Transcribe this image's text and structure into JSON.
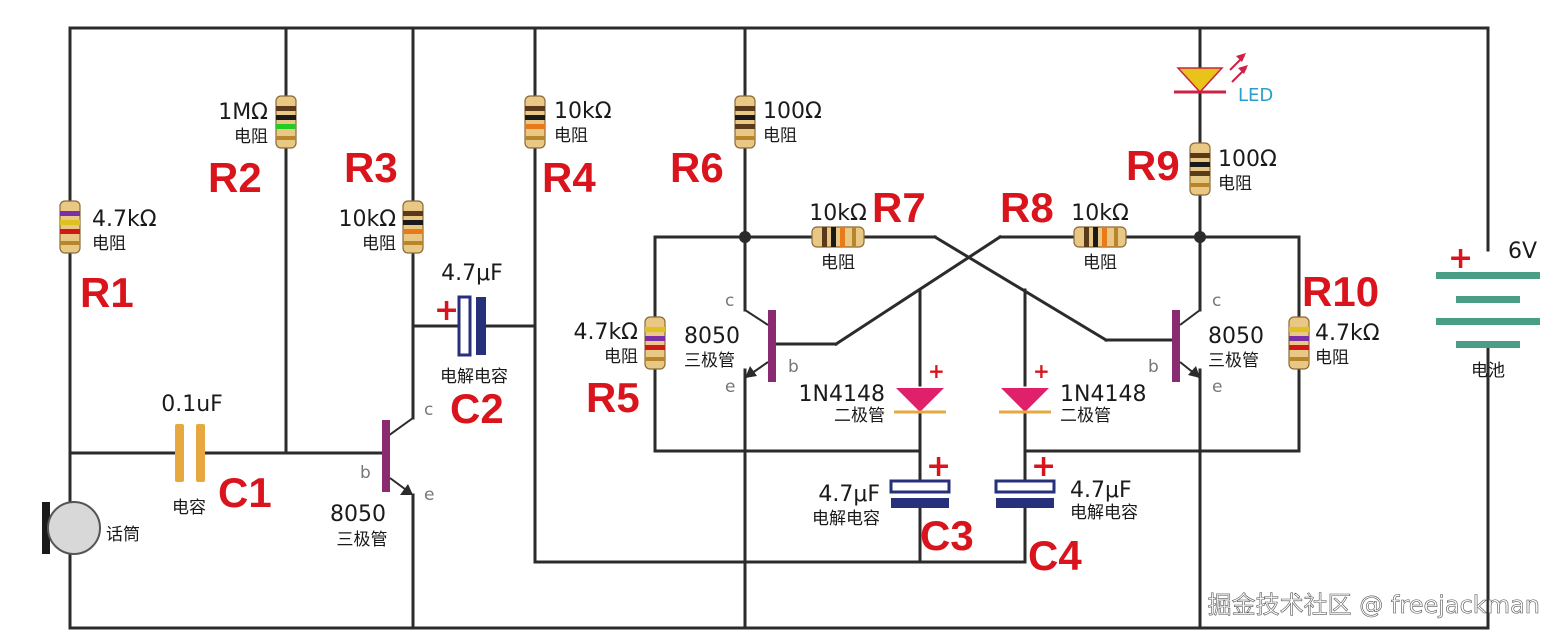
{
  "colors": {
    "wire": "#2b2b2b",
    "label_red": "#d9141c",
    "battery_plate": "#4a9e86",
    "cap_ceramic": "#e8a840",
    "cap_electrolytic": "#27307a",
    "transistor_base": "#8a2a70",
    "diode": "#e0206b",
    "led": "#e8c41a",
    "led_arrow": "#cc2244",
    "led_text": "#2a9fcf"
  },
  "resistors": [
    {
      "id": "R1",
      "value": "4.7kΩ",
      "type": "电阻"
    },
    {
      "id": "R2",
      "value": "1MΩ",
      "type": "电阻"
    },
    {
      "id": "R3",
      "value": "10kΩ",
      "type": "电阻"
    },
    {
      "id": "R4",
      "value": "10kΩ",
      "type": "电阻"
    },
    {
      "id": "R5",
      "value": "4.7kΩ",
      "type": "电阻"
    },
    {
      "id": "R6",
      "value": "100Ω",
      "type": "电阻"
    },
    {
      "id": "R7",
      "value": "10kΩ",
      "type": "电阻"
    },
    {
      "id": "R8",
      "value": "10kΩ",
      "type": "电阻"
    },
    {
      "id": "R9",
      "value": "100Ω",
      "type": "电阻"
    },
    {
      "id": "R10",
      "value": "4.7kΩ",
      "type": "电阻"
    }
  ],
  "capacitors": [
    {
      "id": "C1",
      "value": "0.1uF",
      "type": "电容"
    },
    {
      "id": "C2",
      "value": "4.7μF",
      "type": "电解电容"
    },
    {
      "id": "C3",
      "value": "4.7μF",
      "type": "电解电容"
    },
    {
      "id": "C4",
      "value": "4.7μF",
      "type": "电解电容"
    }
  ],
  "transistors": [
    {
      "model": "8050",
      "type": "三极管"
    },
    {
      "model": "8050",
      "type": "三极管"
    },
    {
      "model": "8050",
      "type": "三极管"
    }
  ],
  "pins": {
    "c": "c",
    "b": "b",
    "e": "e"
  },
  "diodes": [
    {
      "model": "1N4148",
      "type": "二极管"
    },
    {
      "model": "1N4148",
      "type": "二极管"
    }
  ],
  "led": {
    "label": "LED"
  },
  "microphone": {
    "label": "话筒"
  },
  "battery": {
    "voltage": "6V",
    "label": "电池"
  },
  "plus_sign": "+",
  "watermark": "掘金技术社区 @ freejackman"
}
